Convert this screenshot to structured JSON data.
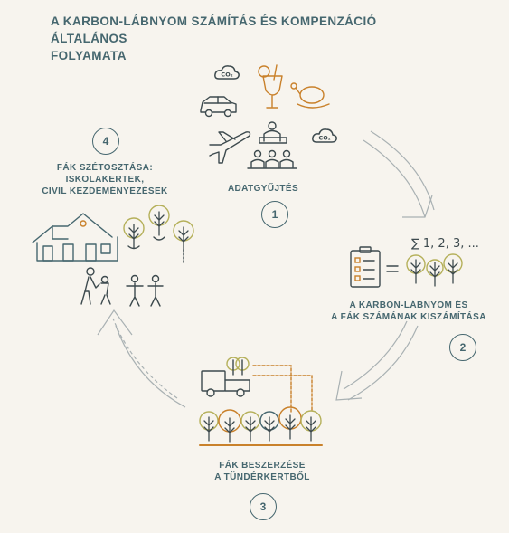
{
  "title": {
    "line1": "A KARBON-LÁBNYOM SZÁMÍTÁS ÉS KOMPENZÁCIÓ ÁLTALÁNOS",
    "line2": "FOLYAMATA"
  },
  "steps": [
    {
      "number": "1",
      "label_lines": [
        "ADATGYŰJTÉS"
      ]
    },
    {
      "number": "2",
      "label_lines": [
        "A KARBON-LÁBNYOM ÉS",
        "A FÁK SZÁMÁNAK KISZÁMÍTÁSA"
      ]
    },
    {
      "number": "3",
      "label_lines": [
        "FÁK BESZERZÉSE",
        "A TÜNDÉRKERTBŐL"
      ]
    },
    {
      "number": "4",
      "label_lines": [
        "FÁK SZÉTOSZTÁSA:",
        "ISKOLAKERTEK,",
        "CIVIL KEZDEMÉNYEZÉSEK"
      ]
    }
  ],
  "icons": {
    "co2_text": "CO₂",
    "formula": "∑ 1, 2, 3, ...",
    "equals": "="
  },
  "colors": {
    "text": "#46676f",
    "icon": "#3d4a4e",
    "olive": "#b5b05a",
    "orange": "#c9812b",
    "background": "#f7f4ee"
  }
}
